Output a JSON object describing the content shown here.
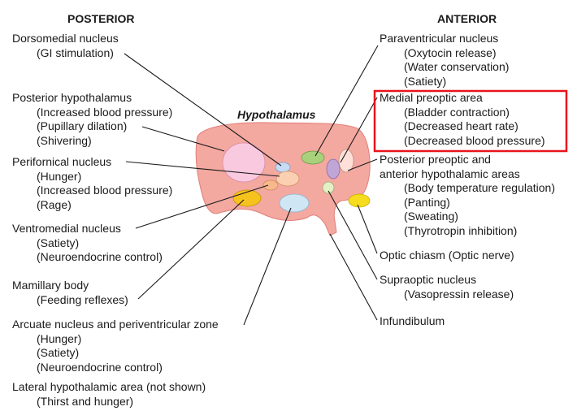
{
  "headers": {
    "posterior": "POSTERIOR",
    "anterior": "ANTERIOR"
  },
  "title": "Hypothalamus",
  "left_labels": [
    {
      "name": "Dorsomedial nucleus",
      "sub": [
        "(GI stimulation)"
      ]
    },
    {
      "name": "Posterior hypothalamus",
      "sub": [
        "(Increased blood pressure)",
        "(Pupillary dilation)",
        "(Shivering)"
      ]
    },
    {
      "name": "Perifornical nucleus",
      "sub": [
        "(Hunger)",
        "(Increased blood pressure)",
        "(Rage)"
      ]
    },
    {
      "name": "Ventromedial nucleus",
      "sub": [
        "(Satiety)",
        "(Neuroendocrine control)"
      ]
    },
    {
      "name": "Mamillary body",
      "sub": [
        "(Feeding reflexes)"
      ]
    },
    {
      "name": "Arcuate nucleus and periventricular zone",
      "sub": [
        "(Hunger)",
        "(Satiety)",
        "(Neuroendocrine control)"
      ]
    },
    {
      "name": "Lateral hypothalamic area (not shown)",
      "sub": [
        "(Thirst and hunger)"
      ]
    }
  ],
  "right_labels": [
    {
      "name": "Paraventricular nucleus",
      "sub": [
        "(Oxytocin release)",
        "(Water conservation)",
        "(Satiety)"
      ]
    },
    {
      "name": "Medial preoptic area",
      "sub": [
        "(Bladder contraction)",
        "(Decreased heart rate)",
        "(Decreased blood pressure)"
      ]
    },
    {
      "name": "Posterior preoptic and",
      "name2": "anterior hypothalamic areas",
      "sub": [
        "(Body temperature regulation)",
        "(Panting)",
        "(Sweating)",
        "(Thyrotropin inhibition)"
      ]
    },
    {
      "name": "Optic chiasm (Optic nerve)",
      "sub": []
    },
    {
      "name": "Supraoptic nucleus",
      "sub": [
        "(Vasopressin release)"
      ]
    },
    {
      "name": "Infundibulum",
      "sub": []
    }
  ],
  "colors": {
    "hypothalamus": "#f3a8a0",
    "highlight_box": "#e8141b",
    "leader_line": "#1a1a1a"
  }
}
